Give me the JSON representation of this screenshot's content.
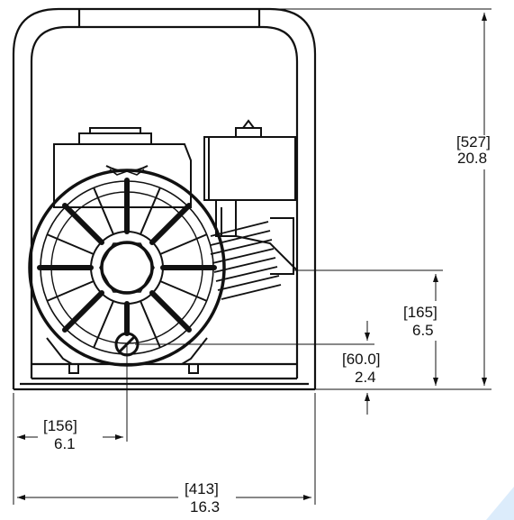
{
  "drawing": {
    "subject": "pump-frame-front-view",
    "line_color": "#111111",
    "background": "#ffffff",
    "watermark_color": "#dcecfb"
  },
  "dimensions": {
    "overall_height": {
      "mm": "[527]",
      "in": "20.8"
    },
    "discharge_height": {
      "mm": "[165]",
      "in": "6.5"
    },
    "suction_height": {
      "mm": "[60.0]",
      "in": "2.4"
    },
    "suction_offset": {
      "mm": "[156]",
      "in": "6.1"
    },
    "overall_width": {
      "mm": "[413]",
      "in": "16.3"
    }
  }
}
